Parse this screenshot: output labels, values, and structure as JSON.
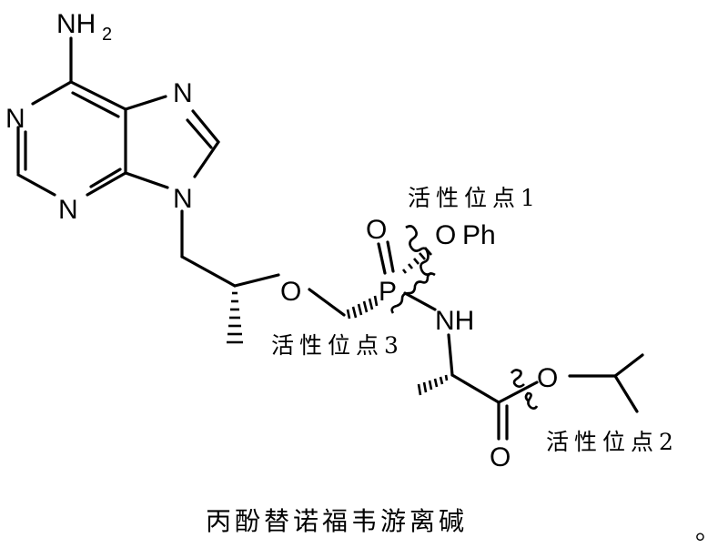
{
  "title": "丙酚替诺福韦游离碱",
  "trailing_mark": "。",
  "atoms": {
    "nh2_n": "NH",
    "nh2_sub": "2",
    "n1": "N",
    "n3": "N",
    "n7": "N",
    "n9": "N",
    "o_ether": "O",
    "p": "P",
    "o_double": "O",
    "o_ph": "O",
    "ph": "Ph",
    "nh": "NH",
    "o_ester": "O",
    "o_carbonyl": "O"
  },
  "labels": {
    "site1": "活性位点1",
    "site2": "活性位点2",
    "site3": "活性位点3"
  },
  "colors": {
    "ink": "#000000",
    "background": "#ffffff"
  }
}
